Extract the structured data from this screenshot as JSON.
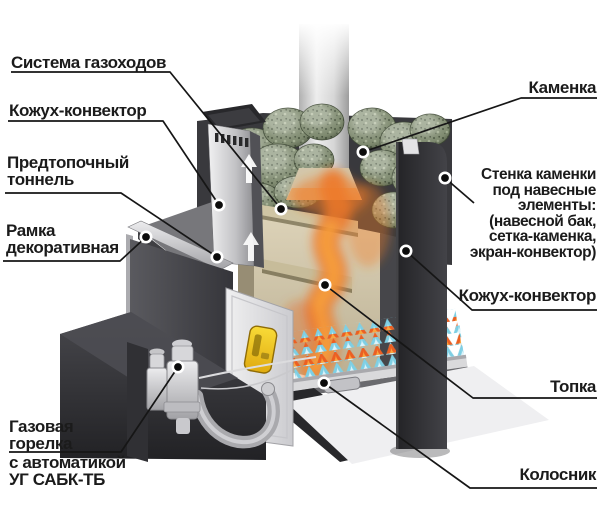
{
  "diagram": {
    "subject": "gas-sauna-stove-cutaway",
    "labels": {
      "left": [
        {
          "name": "gas-duct-system",
          "lines": [
            "Система газоходов"
          ]
        },
        {
          "name": "casing-convector",
          "lines": [
            "Кожух-конвектор"
          ]
        },
        {
          "name": "pre-furnace-tunnel",
          "lines": [
            "Предтопочный",
            "тоннель"
          ]
        },
        {
          "name": "decorative-frame",
          "lines": [
            "Рамка",
            "декоративная"
          ]
        },
        {
          "name": "gas-burner",
          "lines": [
            "Газовая",
            "горелка"
          ],
          "sub_lines": [
            "с автоматикой",
            "УГ САБК-ТБ"
          ]
        }
      ],
      "right": [
        {
          "name": "stone-heater",
          "lines": [
            "Каменка"
          ]
        },
        {
          "name": "heater-wall",
          "lines": [
            "Стенка каменки",
            "под навесные",
            "элементы:",
            "(навесной бак,",
            "сетка-каменка,",
            "экран-конвектор)"
          ]
        },
        {
          "name": "casing-convector-right",
          "lines": [
            "Кожух-конвектор"
          ]
        },
        {
          "name": "firebox",
          "lines": [
            "Топка"
          ]
        },
        {
          "name": "grate",
          "lines": [
            "Колосник"
          ]
        }
      ]
    },
    "colors": {
      "label_text": "#1b1b1b",
      "leader_line": "#161616",
      "stone_green": "#8b977b",
      "flame_orange": "#ee7326",
      "burner_blue": "#7ecfe4",
      "handle_yellow": "#f3cb1d",
      "casing_dark": "#2e2e31",
      "metal_light": "#e5e5e7",
      "firebox_beige": "#d0c5aa"
    }
  }
}
